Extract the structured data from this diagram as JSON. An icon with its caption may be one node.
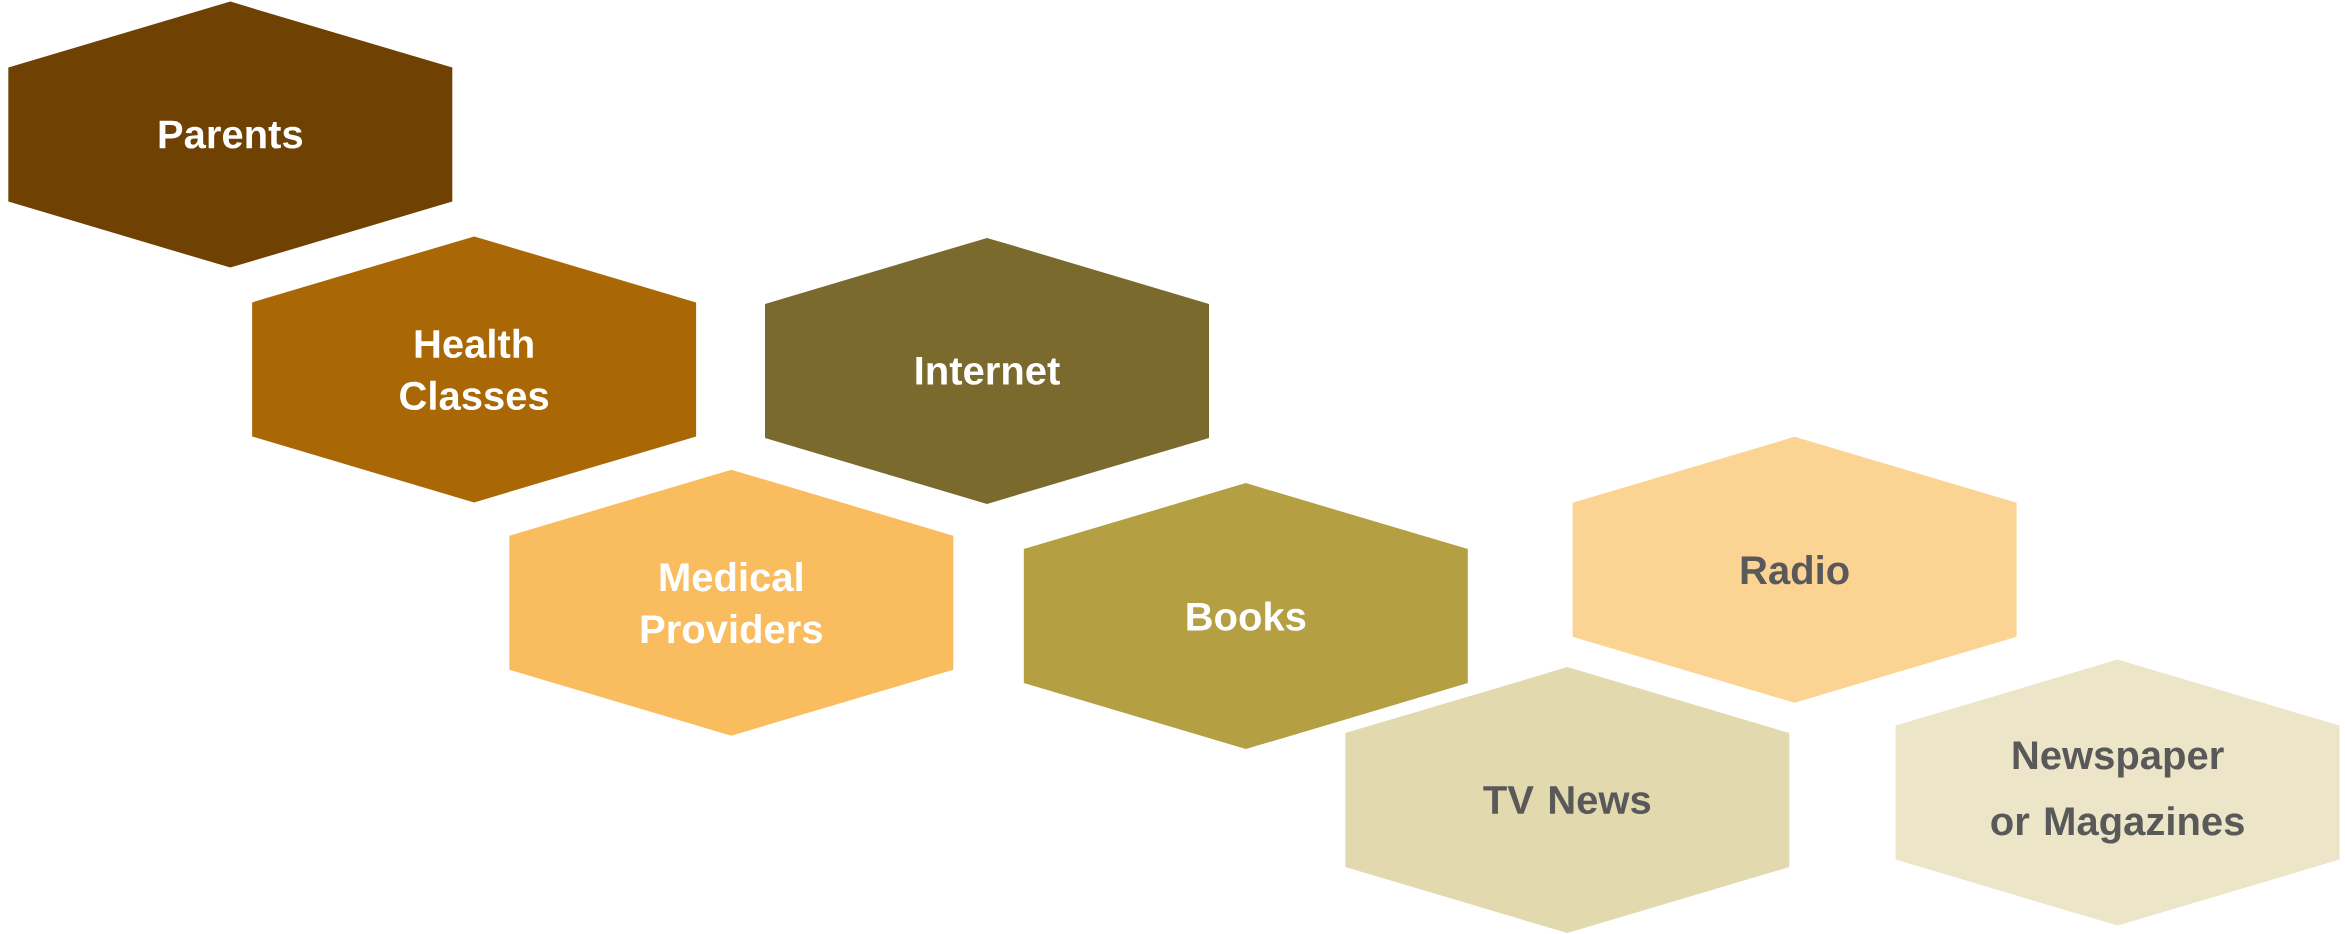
{
  "diagram": {
    "nodes": [
      {
        "text": [
          "Parents"
        ]
      },
      {
        "text": [
          "Health Classes"
        ]
      },
      {
        "text": [
          "Internet"
        ]
      },
      {
        "text": [
          "Medical Providers"
        ]
      },
      {
        "text": [
          "Books"
        ]
      },
      {
        "text": [
          "Radio"
        ]
      },
      {
        "text": [
          "TV News"
        ]
      },
      {
        "text": [
          "Newspaper or Magazines"
        ]
      }
    ]
  }
}
